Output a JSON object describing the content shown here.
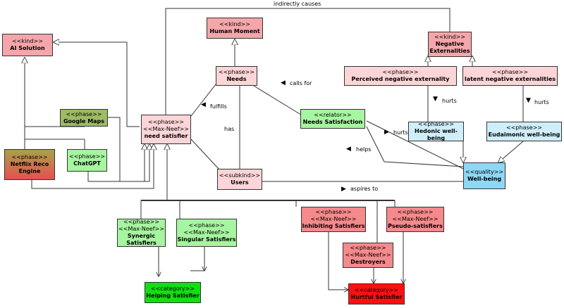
{
  "nodes": {
    "ai_solution": {
      "st1": "<<kind>>",
      "name": "AI Solution",
      "color": "#f5a6aa"
    },
    "human_moment": {
      "st1": "<<kind>>",
      "name": "Human Moment",
      "color": "#f5a6aa"
    },
    "negative_externalities": {
      "st1": "<<kind>>",
      "name": "Negative Externalities",
      "color": "#f5a6aa"
    },
    "needs": {
      "st1": "<<phase>>",
      "name": "Needs",
      "color": "#fbd5d7"
    },
    "perceived_neg": {
      "st1": "<<phase>>",
      "name": "Perceived negative externality",
      "color": "#fbd5d7"
    },
    "latent_neg": {
      "st1": "<<phase>>",
      "name": "latent negative externalities",
      "color": "#fbd5d7"
    },
    "google_maps": {
      "st1": "<<phase>>",
      "name": "Google Maps",
      "color": "#9dbb63"
    },
    "need_satisfier": {
      "st1": "<<phase>>",
      "st2": "<<Max-Neef>>",
      "name": "need satisfier",
      "color": "#fbd5d7"
    },
    "needs_satisfaction": {
      "st1": "<<relator>>",
      "name": "Needs Satisfaction",
      "color": "#a6f5a0"
    },
    "hedonic": {
      "st1": "<<phase>>",
      "name": "Hedonic well-being",
      "color": "#cfeef9"
    },
    "eudaimonic": {
      "st1": "<<phase>>",
      "name": "Eudaimonic well-being",
      "color": "#cfeef9"
    },
    "netflix": {
      "st1": "<<phase>>",
      "name": "Netflix Reco Engine",
      "color": "#a87a4a"
    },
    "chatgpt": {
      "st1": "<<phase>>",
      "name": "ChatGPT",
      "color": "#a6f5a0"
    },
    "users": {
      "st1": "<<subkind>>",
      "name": "Users",
      "color": "#fbd5d7"
    },
    "well_being": {
      "st1": "<<quality>>",
      "name": "Well-being",
      "color": "#8fd8f5"
    },
    "synergic": {
      "st1": "<<phase>>",
      "st2": "<<Max-Neef>>",
      "name": "Synergic Satisfiers",
      "color": "#a6f5a0"
    },
    "singular": {
      "st1": "<<phase>>",
      "st2": "<<Max-Neef>>",
      "name": "Singular Satisfiers",
      "color": "#a6f5a0"
    },
    "inhibiting": {
      "st1": "<<phase>>",
      "st2": "<<Max-Neef>>",
      "name": "Inhibiting Satisfiers",
      "color": "#f58a8c"
    },
    "pseudo": {
      "st1": "<<phase>>",
      "st2": "<<Max-Neef>>",
      "name": "Pseudo-satisfiers",
      "color": "#f58a8c"
    },
    "destroyers": {
      "st1": "<<phase>>",
      "st2": "<<Max-Neef>>",
      "name": "Destroyers",
      "color": "#f58a8c"
    },
    "helping": {
      "st1": "<<category>>",
      "name": "Helping Satisfier",
      "color": "#10e010"
    },
    "hurtful": {
      "st1": "<<category>>",
      "name": "Hurtful Satisfier",
      "color": "#ff1010"
    }
  },
  "labels": {
    "indirectly_causes": "indirectly causes",
    "calls_for": "calls for",
    "fulfills": "fulfills",
    "has": "has",
    "hurts_1": "hurts",
    "hurts_2": "hurts",
    "hurts_3": "hurts",
    "helps": "helps",
    "aspires_to": "aspires to"
  }
}
